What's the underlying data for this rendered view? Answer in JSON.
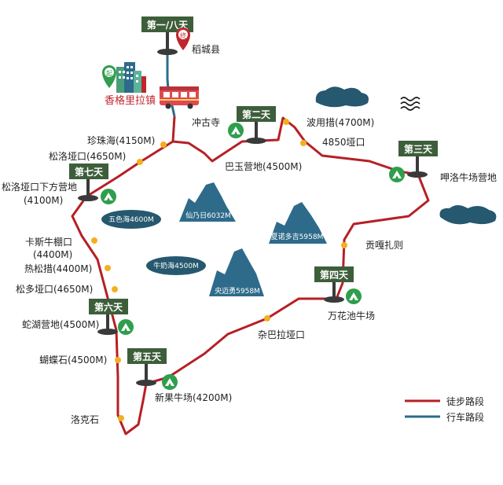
{
  "colors": {
    "trek_route": "#b52025",
    "drive_route": "#2e6b8a",
    "flag": "#3d5e3a",
    "pole": "#3a3a3a",
    "mountain": "#2e6b8a",
    "lake": "#26586f",
    "waypoint": "#f2b01e",
    "tent": "#2f9e4d",
    "marker_red": "#c0262d",
    "marker_green": "#2f9e4d",
    "bus": "#e0494f"
  },
  "flags": {
    "day18": "第一/八天",
    "day2": "第二天",
    "day3": "第三天",
    "day4": "第四天",
    "day5": "第五天",
    "day6": "第六天",
    "day7": "第七天"
  },
  "markers": {
    "start": "起",
    "end": "终"
  },
  "places": {
    "daocheng": "稻城县",
    "xianggelila": "香格里拉镇",
    "chonggusi": "冲古寺",
    "zhenzhuhai": "珍珠海(4150M)",
    "songluoyakou": "松洛垭口(4650M)",
    "songluo_lower": "松洛垭口下方营地",
    "songluo_lower_alt": "(4100M)",
    "bayu": "巴玉营地(4500M)",
    "boyongcuo": "波用措(4700M)",
    "yakou4850": "4850垭口",
    "haluo": "呷洛牛场营地",
    "gonggazhaze": "贡嘎扎则",
    "wanhuachi": "万花池牛场",
    "zabala": "杂巴拉垭口",
    "xinguo": "新果牛场(4200M)",
    "luokeshi": "洛克石",
    "hudie": "蝴蝶石(4500M)",
    "shehu": "蛇湖营地(4500M)",
    "songduo": "松多垭口(4650M)",
    "resongcuo": "热松措(4400M)",
    "kasi_name": "卡斯牛棚口",
    "kasi_alt": "(4400M)"
  },
  "mountains": {
    "xiannairi": "仙乃日6032M",
    "xianuoduoji": "夏诺多吉5958M",
    "yangmaiyong": "央迈勇5958M"
  },
  "lakes": {
    "wuse": "五色海4600M",
    "niunai": "牛奶海4500M"
  },
  "legend": {
    "trek": "徒步路段",
    "drive": "行车路段"
  }
}
